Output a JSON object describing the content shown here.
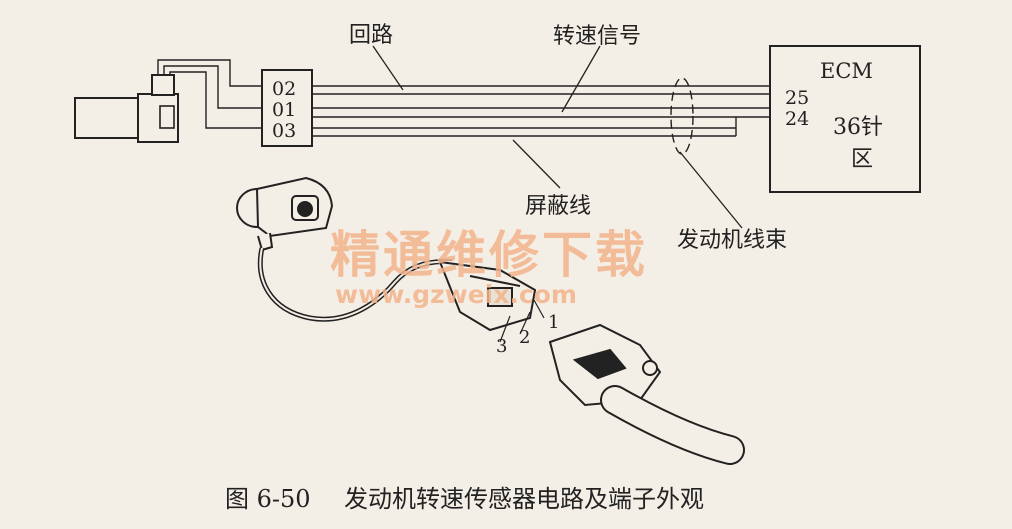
{
  "labels": {
    "loop": "回路",
    "speed_signal": "转速信号",
    "shield_wire": "屏蔽线",
    "engine_harness": "发动机线束"
  },
  "connector_pins": [
    "02",
    "01",
    "03"
  ],
  "ecm": {
    "title": "ECM",
    "pin_25": "25",
    "pin_24": "24",
    "zone_line1": "36针",
    "zone_line2": "区"
  },
  "terminal_numbers": {
    "t1": "1",
    "t2": "2",
    "t3": "3"
  },
  "watermark": {
    "chinese": "精通维修下载",
    "url": "www.gzweix.com"
  },
  "caption": {
    "number": "图 6-50",
    "text": "发动机转速传感器电路及端子外观"
  },
  "colors": {
    "ink": "#222222",
    "background": "#f4efe6",
    "watermark": "#f3b48c"
  }
}
